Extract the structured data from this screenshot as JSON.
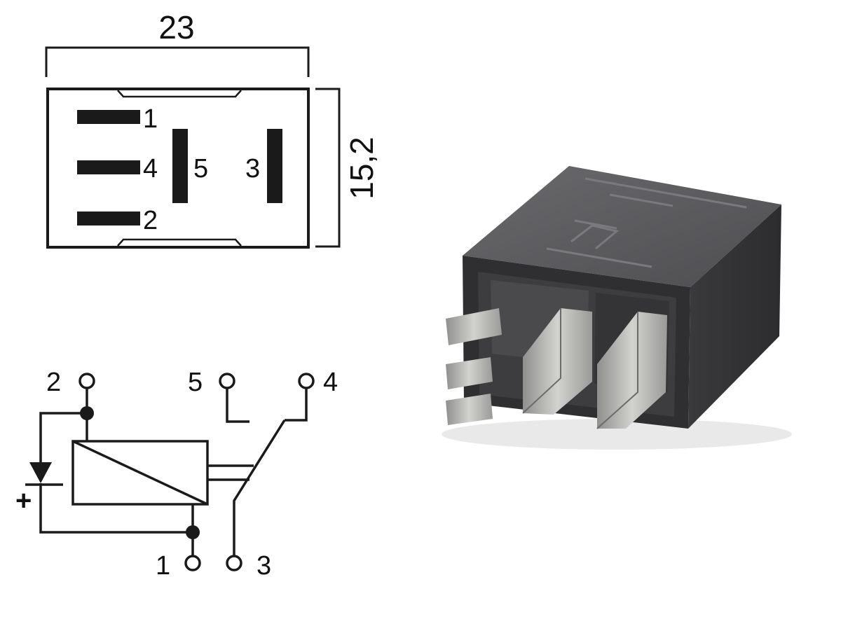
{
  "dimensions": {
    "width": "23",
    "height": "15,2"
  },
  "footprint_pins": [
    {
      "label": "1"
    },
    {
      "label": "4"
    },
    {
      "label": "5"
    },
    {
      "label": "3"
    },
    {
      "label": "2"
    }
  ],
  "schematic_terminals": [
    {
      "label": "2"
    },
    {
      "label": "5"
    },
    {
      "label": "4"
    },
    {
      "label": "1"
    },
    {
      "label": "3"
    }
  ],
  "polarity_symbol": "+",
  "colors": {
    "line": "#1a1a1a",
    "relay_body": "#4a4a4c",
    "relay_top": "#5c5c5f",
    "pin_metal": "#b9b9b7"
  }
}
